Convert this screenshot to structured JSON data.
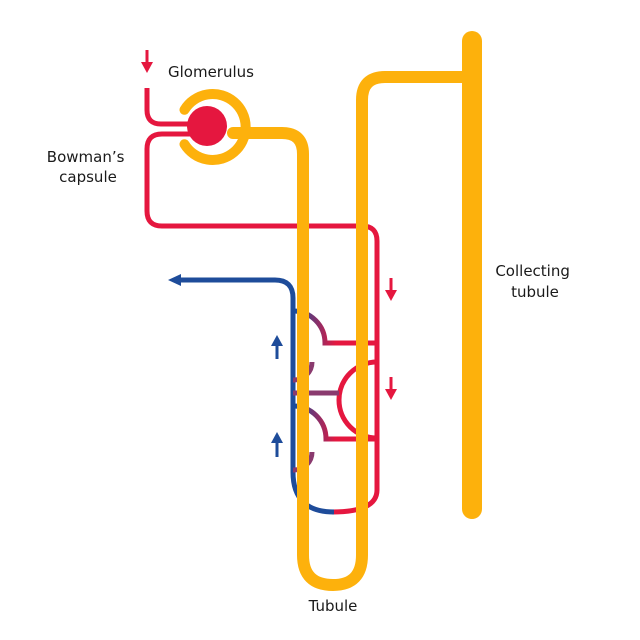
{
  "labels": {
    "glomerulus": "Glomerulus",
    "bowmans_line1": "Bowman’s",
    "bowmans_line2": "capsule",
    "collecting_line1": "Collecting",
    "collecting_line2": "tubule",
    "tubule": "Tubule"
  },
  "colors": {
    "tubule": "#FDB10C",
    "arterial": "#E5173F",
    "venous": "#1E4C9A",
    "capillary_mix": "#8A3A6E",
    "text": "#1a1a1a"
  }
}
